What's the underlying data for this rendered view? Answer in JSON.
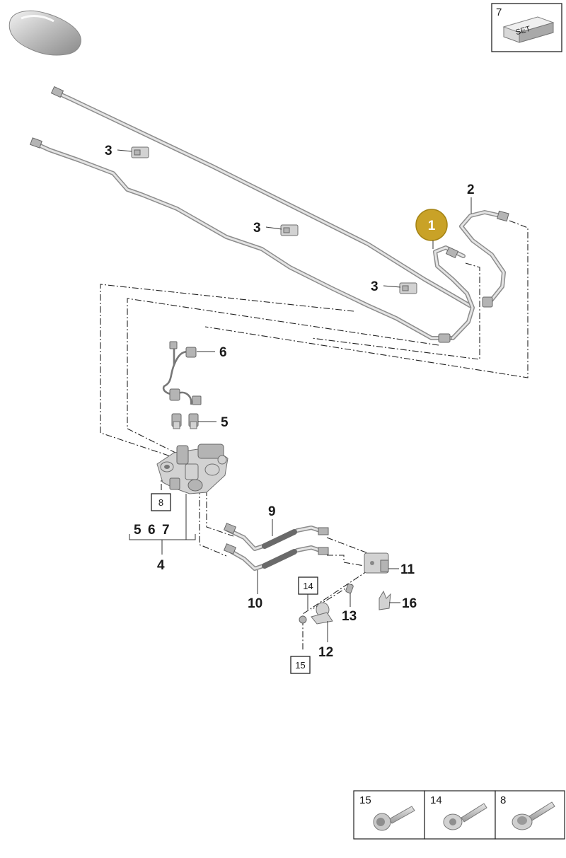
{
  "badge": {
    "label": "1",
    "color": "#c9a227"
  },
  "set_box": {
    "number": "7",
    "text": "SET"
  },
  "callouts": {
    "c2": "2",
    "c3a": "3",
    "c3b": "3",
    "c3c": "3",
    "c4": "4",
    "c5": "5",
    "c6": "6",
    "c9": "9",
    "c10": "10",
    "c11": "11",
    "c12": "12",
    "c13": "13",
    "c16": "16",
    "group4": {
      "n5": "5",
      "n6": "6",
      "n7": "7"
    }
  },
  "boxed_refs": {
    "b8": "8",
    "b14": "14",
    "b15": "15"
  },
  "fastener_legend": [
    {
      "number": "15"
    },
    {
      "number": "14"
    },
    {
      "number": "8"
    }
  ],
  "icons": {
    "car": "car-silhouette-icon",
    "set": "set-kit-icon"
  }
}
